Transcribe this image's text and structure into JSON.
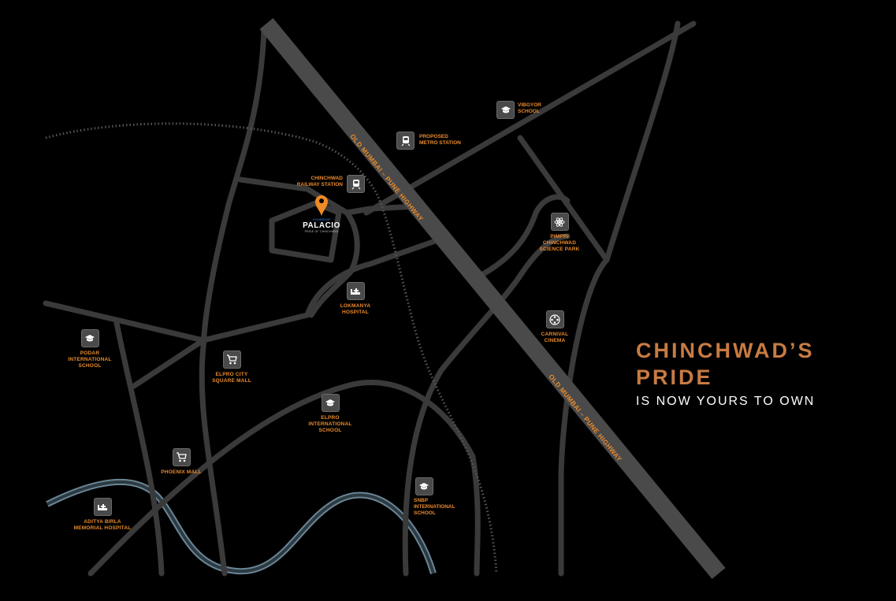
{
  "tagline": {
    "line1": "CHINCHWAD’S",
    "line2": "PRIDE",
    "line3": "IS NOW YOURS TO OWN"
  },
  "highway": {
    "label_upper": "OLD MUMBAI – PUNE HIGHWAY",
    "label_lower": "OLD MUMBAI – PUNE HIGHWAY"
  },
  "project": {
    "brand_top": "KOHINOOR",
    "name": "PALACIO",
    "sub": "PRIDE OF CHINCHWAD"
  },
  "pois": {
    "vibgyor": {
      "line1": "VIBGYOR",
      "line2": "SCHOOL",
      "icon": "graduation-cap-icon"
    },
    "metro": {
      "line1": "PROPOSED",
      "line2": "METRO STATION",
      "icon": "train-icon"
    },
    "railway": {
      "line1": "CHINCHWAD",
      "line2": "RAILWAY STATION",
      "icon": "train-icon"
    },
    "science_park": {
      "line1": "PIMPRI",
      "line2": "CHINCHWAD",
      "line3": "SCIENCE PARK",
      "icon": "atom-icon"
    },
    "lokmanya": {
      "line1": "LOKMANYA",
      "line2": "HOSPITAL",
      "icon": "hospital-bed-icon"
    },
    "carnival": {
      "line1": "CARNIVAL",
      "line2": "CINEMA",
      "icon": "film-reel-icon"
    },
    "podar": {
      "line1": "PODAR",
      "line2": "INTERNATIONAL",
      "line3": "SCHOOL",
      "icon": "graduation-cap-icon"
    },
    "elpro_mall": {
      "line1": "ELPRO CITY",
      "line2": "SQUARE MALL",
      "icon": "shopping-cart-icon"
    },
    "elpro_school": {
      "line1": "ELPRO",
      "line2": "INTERNATIONAL",
      "line3": "SCHOOL",
      "icon": "graduation-cap-icon"
    },
    "phoenix": {
      "line1": "PHOENIX MALL",
      "icon": "shopping-cart-icon"
    },
    "snbp": {
      "line1": "SNBP",
      "line2": "INTERNATIONAL",
      "line3": "SCHOOL",
      "icon": "graduation-cap-icon"
    },
    "aditya": {
      "line1": "ADITYA BIRLA",
      "line2": "MEMORIAL HOSPITAL",
      "icon": "hospital-bed-icon"
    }
  },
  "colors": {
    "background": "#000000",
    "road": "#3a3a3a",
    "highway": "#4a4a4a",
    "river": "#6a8595",
    "label": "#e98a2c",
    "pin": "#f08a24",
    "tagline_accent": "#c77b43"
  }
}
